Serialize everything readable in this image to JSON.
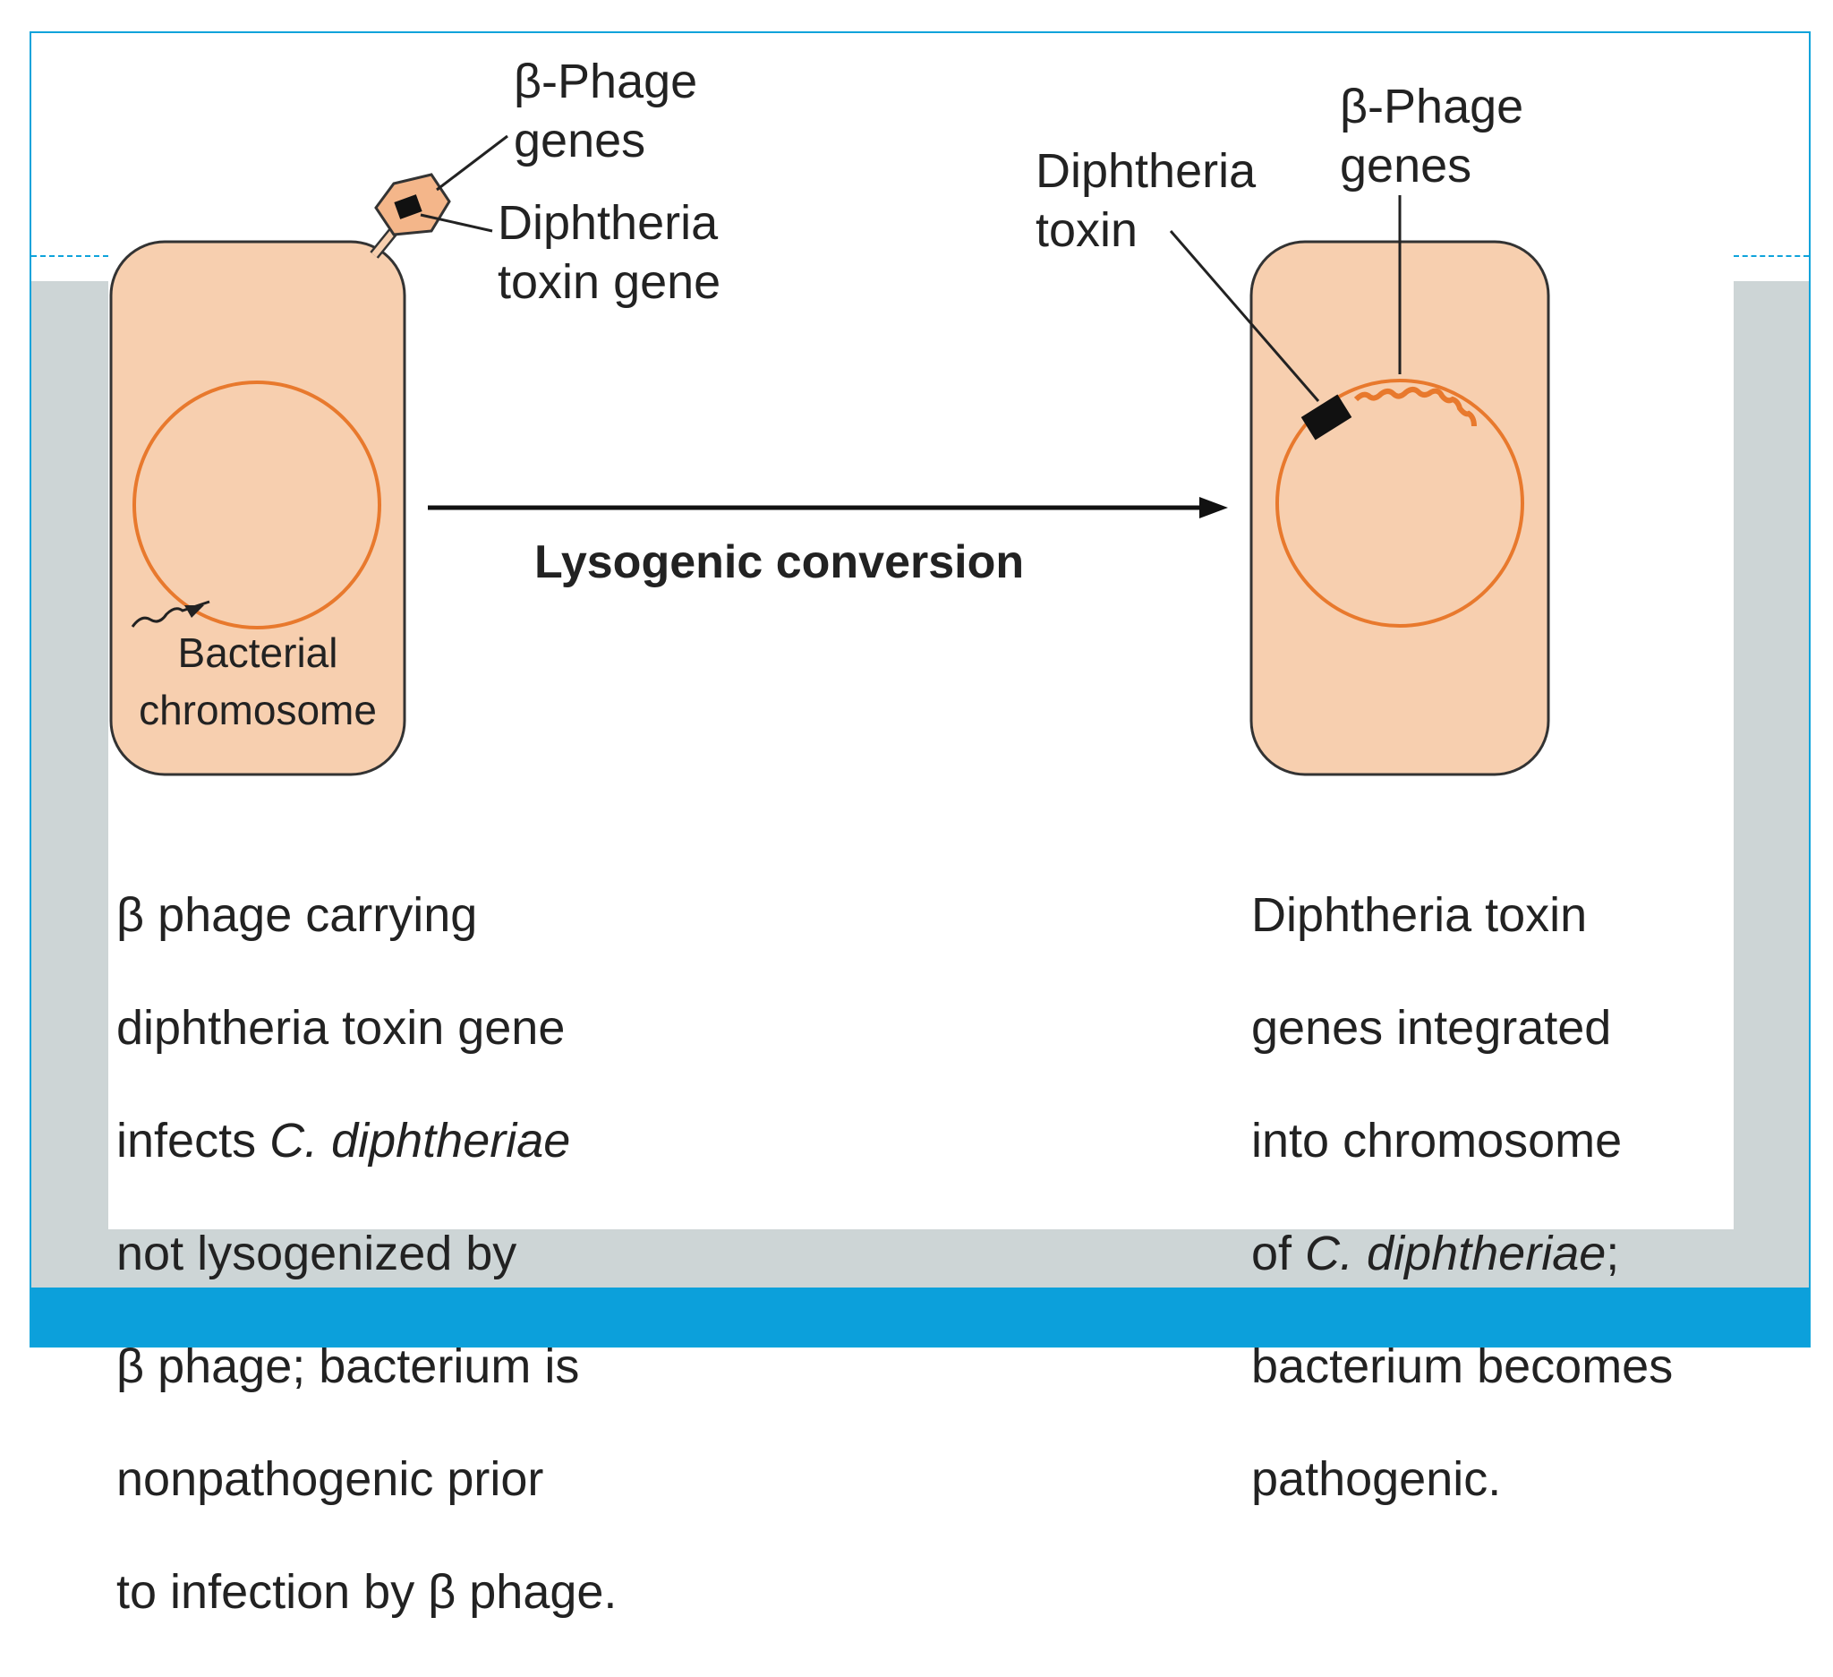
{
  "colors": {
    "frame": "#0ea3db",
    "gray_band": "#cdd5d6",
    "blue_band": "#0ca0db",
    "cell_fill": "#f7cfaf",
    "chromosome": "#e8792d",
    "phage_genes": "#e8792d",
    "toxin_block": "#111111"
  },
  "left_cell": {
    "phage_label": [
      "β-Phage",
      "genes"
    ],
    "toxin_gene_label": [
      "Diphtheria",
      "toxin gene"
    ],
    "chromosome_label": [
      "Bacterial",
      "chromosome"
    ],
    "caption_parts": {
      "line1": "β phage carrying",
      "line2": "diphtheria toxin gene",
      "line3_prefix": "infects ",
      "line3_italic": "C. diphtheriae",
      "line4": "not lysogenized by",
      "line5": "β phage; bacterium is",
      "line6": "nonpathogenic prior",
      "line7": "to infection by β phage."
    }
  },
  "arrow": {
    "label": "Lysogenic conversion"
  },
  "right_cell": {
    "toxin_label": [
      "Diphtheria",
      "toxin"
    ],
    "phage_label": [
      "β-Phage",
      "genes"
    ],
    "caption_parts": {
      "line1": "Diphtheria toxin",
      "line2": "genes integrated",
      "line3": "into chromosome",
      "line4_prefix": "of ",
      "line4_italic": "C. diphtheriae",
      "line4_suffix": ";",
      "line5": "bacterium becomes",
      "line6": "pathogenic."
    }
  }
}
